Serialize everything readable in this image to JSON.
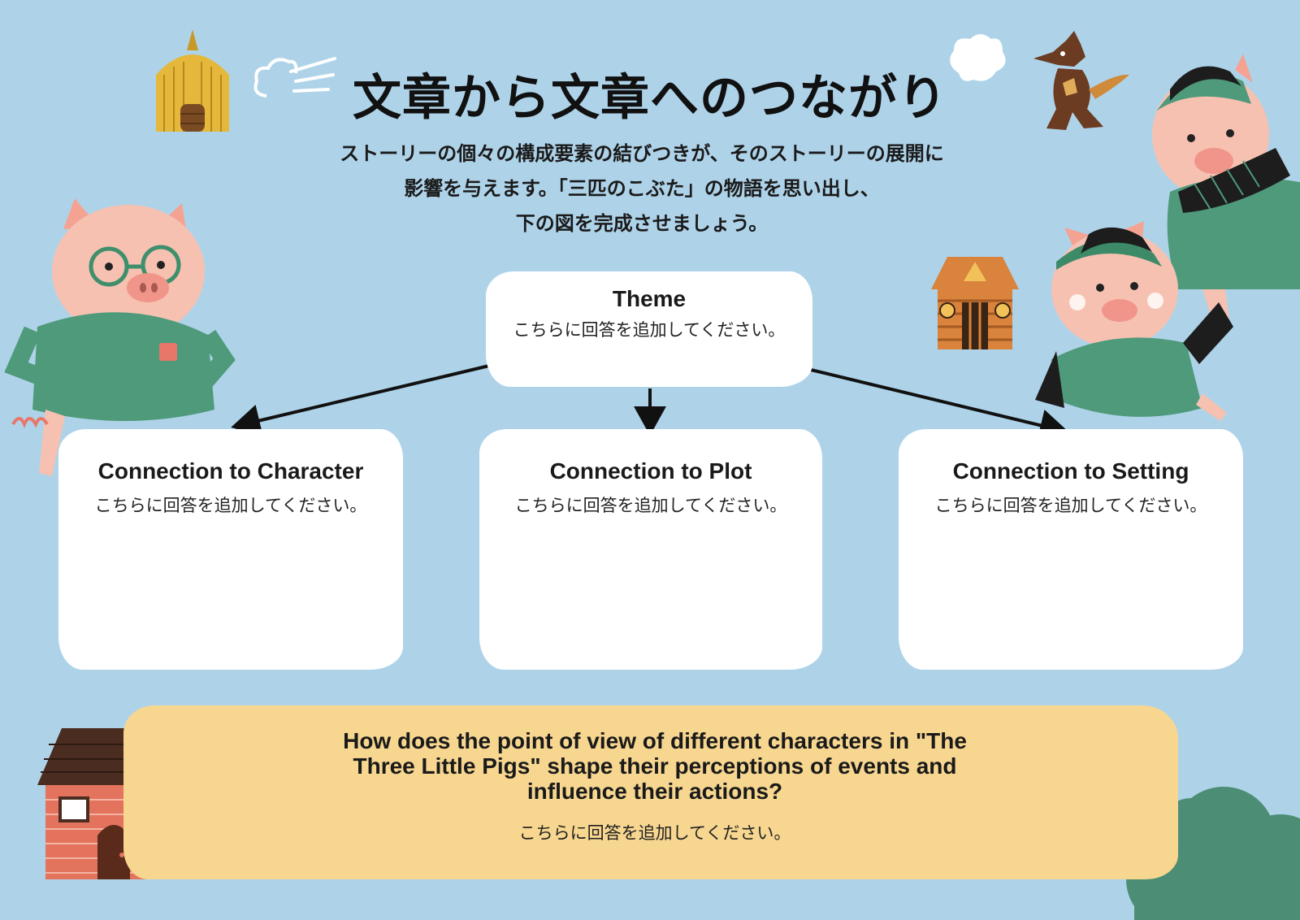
{
  "header": {
    "title": "文章から文章へのつながり",
    "instructions": [
      "ストーリーの個々の構成要素の結びつきが、そのストーリーの展開に",
      "影響を与えます。「三匹のこぶた」の物語を思い出し、",
      "下の図を完成させましょう。"
    ]
  },
  "diagram": {
    "theme": {
      "label": "Theme",
      "answer": "こちらに回答を追加してください。"
    },
    "connections": [
      {
        "label": "Connection to Character",
        "answer": "こちらに回答を追加してください。"
      },
      {
        "label": "Connection to Plot",
        "answer": "こちらに回答を追加してください。"
      },
      {
        "label": "Connection to Setting",
        "answer": "こちらに回答を追加してください。"
      }
    ]
  },
  "question": {
    "text": "How does the point of view of different characters in \"The Three Little Pigs\" shape their perceptions of events and influence their actions?",
    "answer": "こちらに回答を追加してください。"
  },
  "colors": {
    "background": "#aed3e9",
    "box": "#ffffff",
    "question_box": "#f7d690",
    "arrow": "#111111",
    "pig_skin": "#f6c1b0",
    "pig_shirt": "#4f9a7b",
    "bush": "#4c8e75"
  },
  "icons": [
    "straw-house-icon",
    "wind-gust-icon",
    "wolf-blowing-icon",
    "pig-with-glasses-icon",
    "wood-house-icon",
    "pig-with-cap-icon",
    "pig-with-hat-icon",
    "brick-house-icon",
    "bush-icon"
  ]
}
